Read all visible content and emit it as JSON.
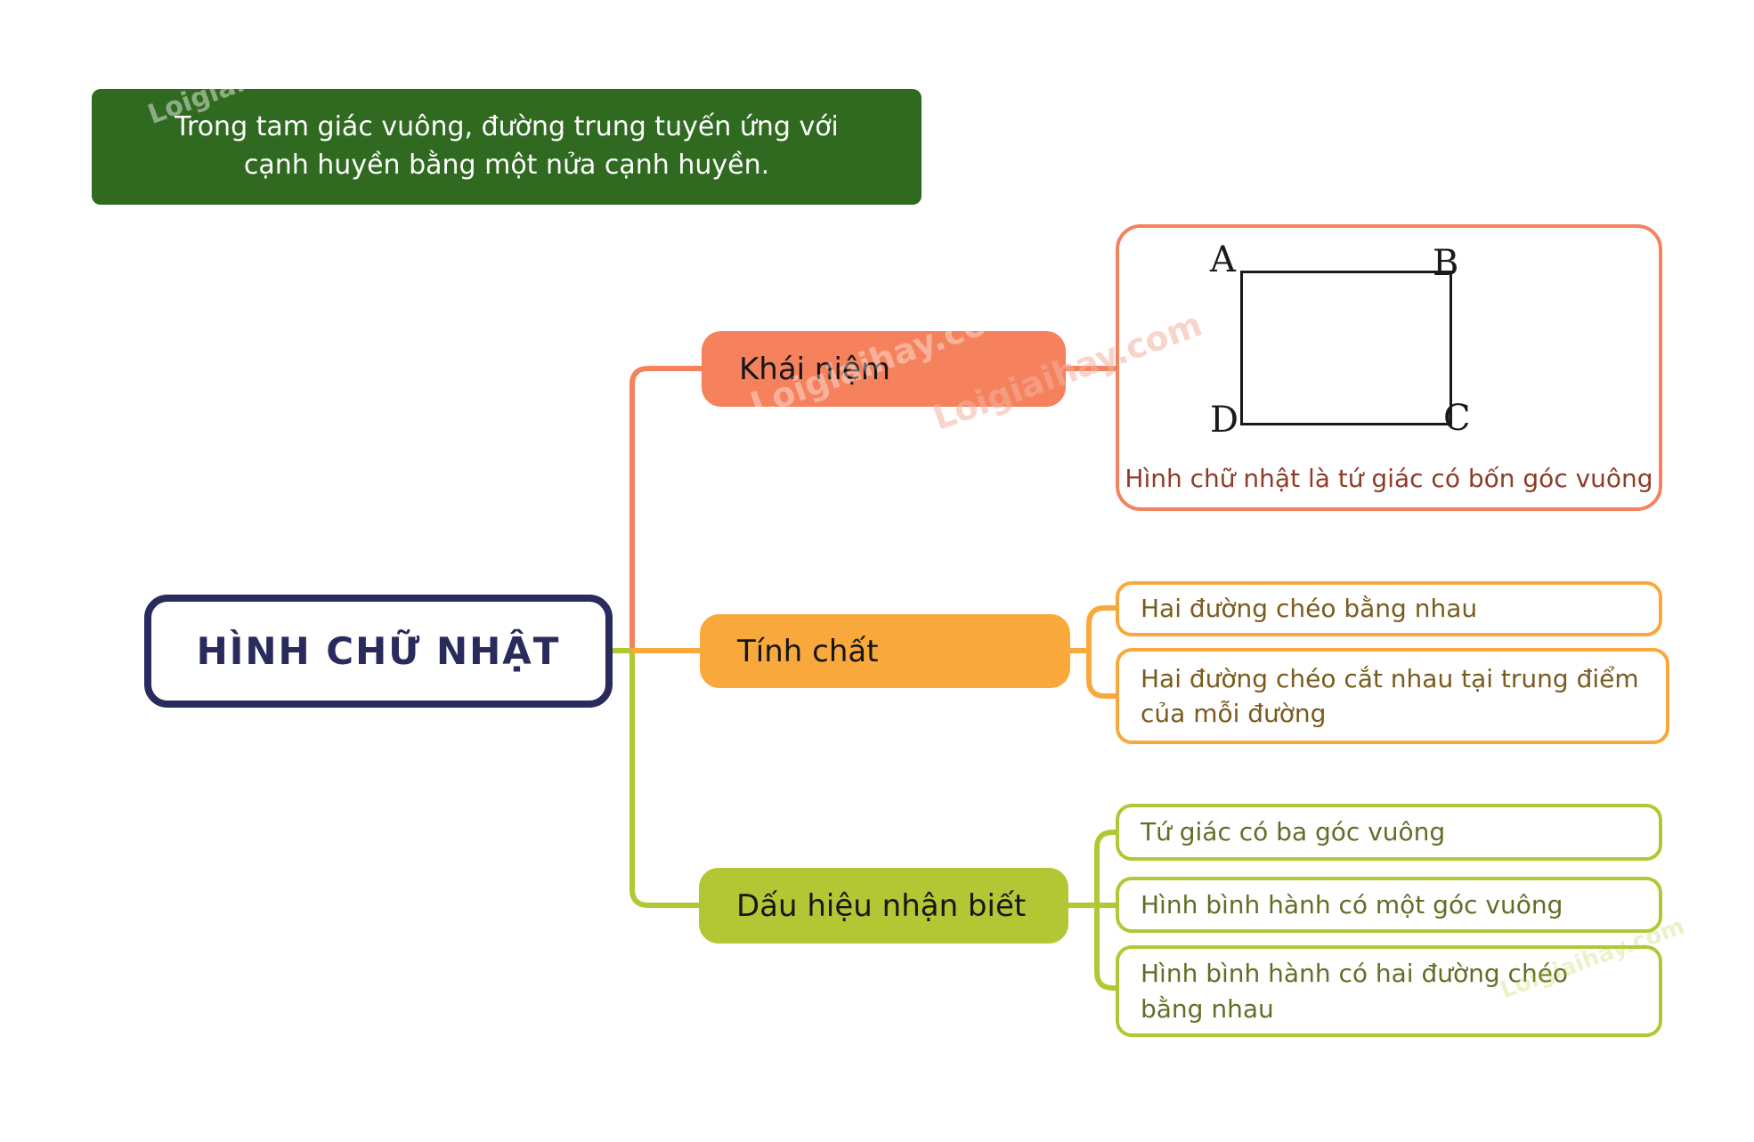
{
  "watermark": {
    "text": "Loigiaihay.com"
  },
  "note": {
    "text": "Trong tam giác vuông, đường trung tuyến ứng với cạnh huyền bằng một nửa cạnh huyền."
  },
  "root": {
    "label": "HÌNH CHỮ NHẬT"
  },
  "branches": [
    {
      "id": "khai-niem",
      "label": "Khái niệm",
      "color": "#F5815D",
      "children": [
        {
          "caption": "Hình chữ nhật là tứ giác có bốn góc vuông",
          "figure": {
            "type": "rectangle",
            "top_left": "A",
            "top_right": "B",
            "bottom_right": "C",
            "bottom_left": "D"
          }
        }
      ]
    },
    {
      "id": "tinh-chat",
      "label": "Tính chất",
      "color": "#F9A83C",
      "children": [
        {
          "text": "Hai đường chéo bằng nhau"
        },
        {
          "text": "Hai đường chéo cắt nhau tại trung điểm của mỗi đường"
        }
      ]
    },
    {
      "id": "dau-hieu",
      "label": "Dấu hiệu nhận biết",
      "color": "#B3C734",
      "children": [
        {
          "text": "Tứ giác có ba góc vuông"
        },
        {
          "text": "Hình bình hành có một góc vuông"
        },
        {
          "text": "Hình bình hành có hai đường chéo bằng nhau"
        }
      ]
    }
  ],
  "colors": {
    "note_background": "#2F6A20",
    "note_text": "#FFFFFF",
    "root_border": "#282B5C",
    "root_text": "#282B5C",
    "branch_khai_niem": "#F5815D",
    "branch_tinh_chat": "#F9A83C",
    "branch_dau_hieu": "#B3C734",
    "leaf_text_orange": "#7B5B1E",
    "leaf_text_green": "#5E7026",
    "concept_caption_text": "#8E3B28",
    "figure_stroke": "#1A1A1A",
    "background": "#FFFFFF"
  }
}
